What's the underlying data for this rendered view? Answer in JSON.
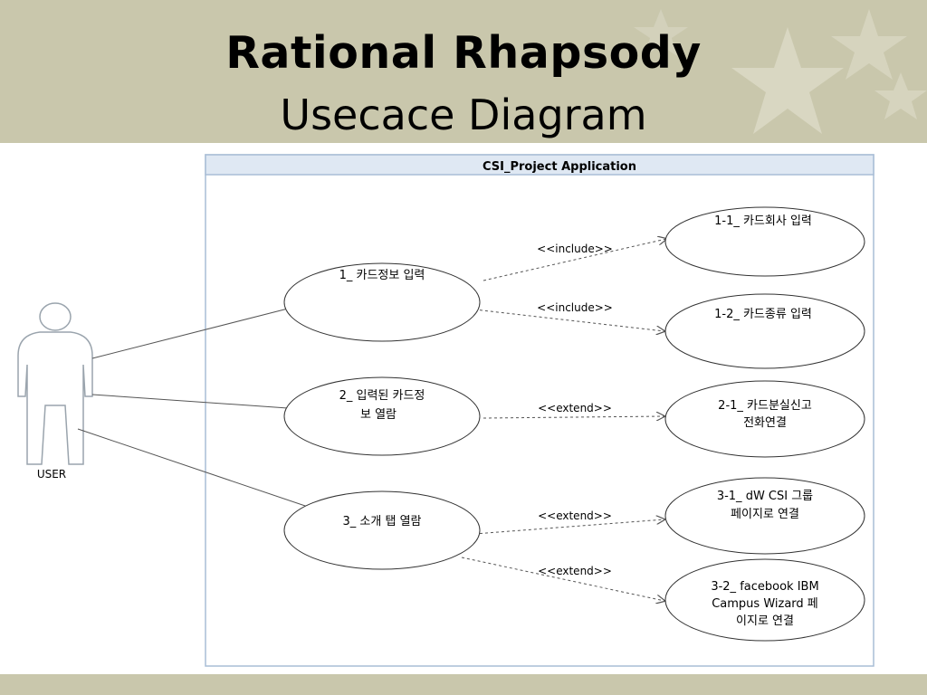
{
  "slide": {
    "title": "Rational Rhapsody",
    "subtitle": "Usecace Diagram"
  },
  "diagram": {
    "system_name": "CSI_Project Application",
    "actor": {
      "name": "USER"
    },
    "use_cases": {
      "uc1": [
        "1_ 카드정보 입력"
      ],
      "uc11": [
        "1-1_ 카드회사 입력"
      ],
      "uc12": [
        "1-2_ 카드종류 입력"
      ],
      "uc2": [
        "2_ 입력된 카드정",
        "보 열람"
      ],
      "uc21": [
        "2-1_ 카드분실신고",
        "전화연결"
      ],
      "uc3": [
        "3_ 소개 탭 열람"
      ],
      "uc31": [
        "3-1_ dW CSI 그룹",
        "페이지로 연결"
      ],
      "uc32": [
        "3-2_ facebook IBM",
        "Campus Wizard 페",
        "이지로 연결"
      ]
    },
    "relations": {
      "r1": "<<include>>",
      "r2": "<<include>>",
      "r3": "<<extend>>",
      "r4": "<<extend>>",
      "r5": "<<extend>>"
    },
    "colors": {
      "background": "#c9c7ac",
      "system_border": "#a9bdd6",
      "system_header": "#dfe8f3",
      "line": "#555555"
    }
  }
}
